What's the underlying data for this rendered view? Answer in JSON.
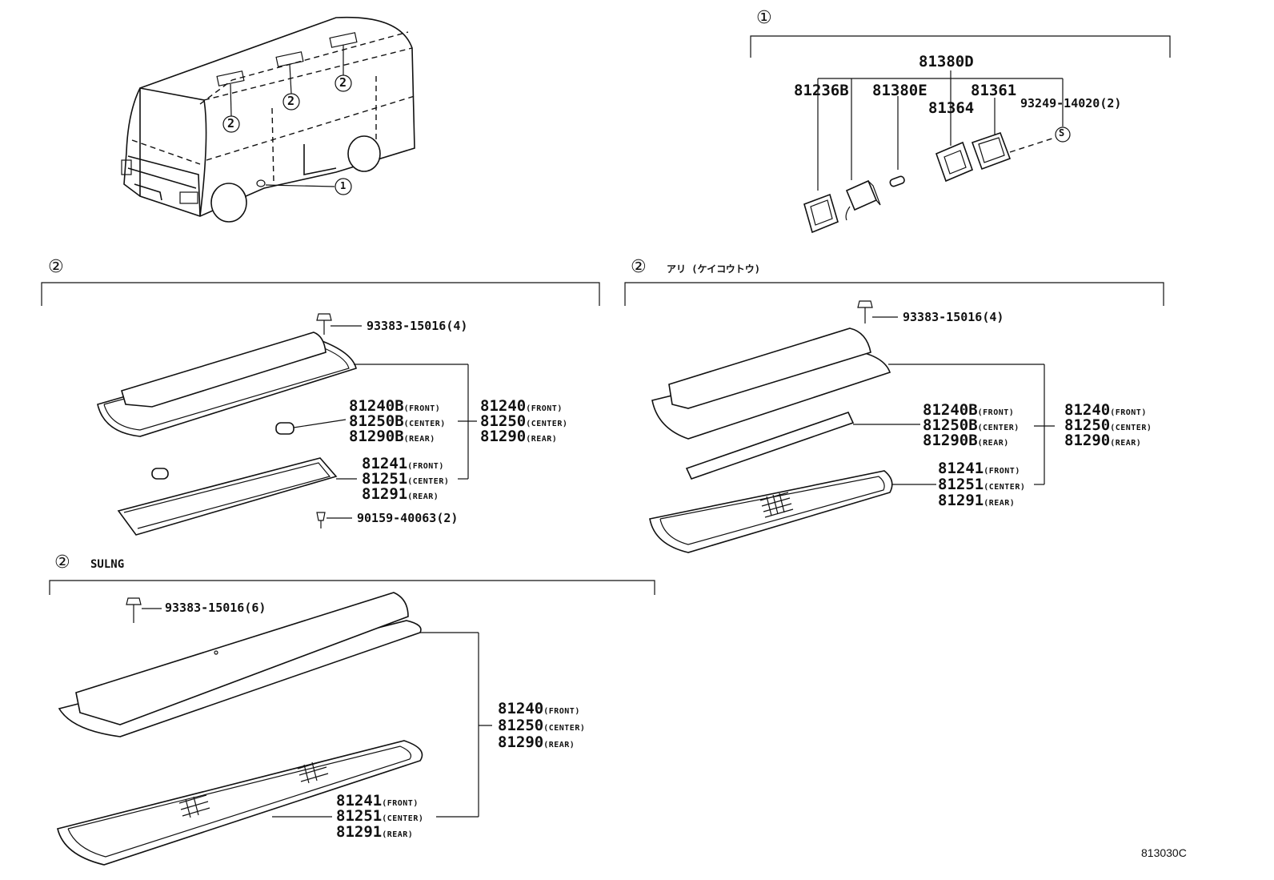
{
  "vehicle_markers": {
    "m1": "1",
    "m2a": "2",
    "m2b": "2",
    "m2c": "2"
  },
  "sec1": {
    "marker": "①",
    "p81380D": "81380D",
    "p81236B": "81236B",
    "p81380E": "81380E",
    "p81364": "81364",
    "p81361": "81361",
    "p93249": "93249-14020(2)",
    "s_symbol": "S"
  },
  "sec2a": {
    "marker": "②",
    "screw": "93383-15016(4)",
    "a1": "81240B",
    "a1q": "(FRONT)",
    "a2": "81250B",
    "a2q": "(CENTER)",
    "a3": "81290B",
    "a3q": "(REAR)",
    "b1": "81240",
    "b1q": "(FRONT)",
    "b2": "81250",
    "b2q": "(CENTER)",
    "b3": "81290",
    "b3q": "(REAR)",
    "c1": "81241",
    "c1q": "(FRONT)",
    "c2": "81251",
    "c2q": "(CENTER)",
    "c3": "81291",
    "c3q": "(REAR)",
    "screw2": "90159-40063(2)"
  },
  "sec2b": {
    "marker": "②",
    "note": "アリ (ケイコウトウ)",
    "screw": "93383-15016(4)",
    "a1": "81240B",
    "a1q": "(FRONT)",
    "a2": "81250B",
    "a2q": "(CENTER)",
    "a3": "81290B",
    "a3q": "(REAR)",
    "b1": "81240",
    "b1q": "(FRONT)",
    "b2": "81250",
    "b2q": "(CENTER)",
    "b3": "81290",
    "b3q": "(REAR)",
    "c1": "81241",
    "c1q": "(FRONT)",
    "c2": "81251",
    "c2q": "(CENTER)",
    "c3": "81291",
    "c3q": "(REAR)"
  },
  "sec2c": {
    "marker": "②",
    "note": "SULNG",
    "screw": "93383-15016(6)",
    "b1": "81240",
    "b1q": "(FRONT)",
    "b2": "81250",
    "b2q": "(CENTER)",
    "b3": "81290",
    "b3q": "(REAR)",
    "c1": "81241",
    "c1q": "(FRONT)",
    "c2": "81251",
    "c2q": "(CENTER)",
    "c3": "81291",
    "c3q": "(REAR)"
  },
  "diagram_code": "813030C"
}
